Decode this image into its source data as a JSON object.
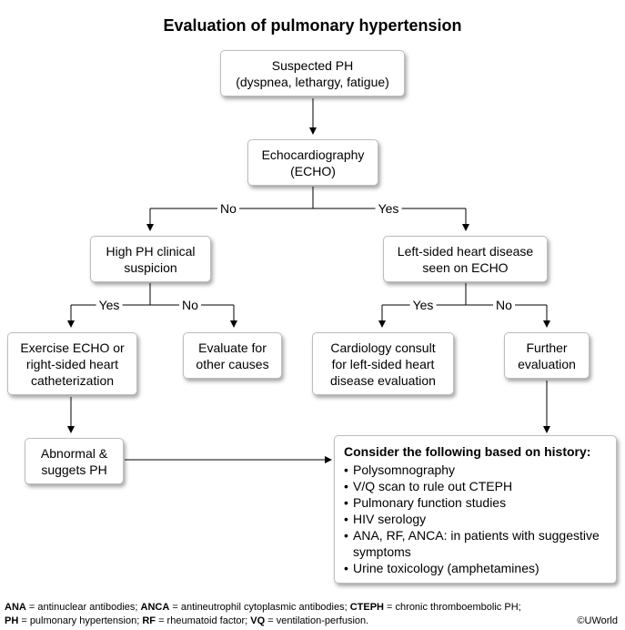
{
  "title": "Evaluation of pulmonary hypertension",
  "nodes": {
    "suspected_ph": [
      "Suspected PH",
      "(dyspnea, lethargy, fatigue)"
    ],
    "echo": [
      "Echocardiography",
      "(ECHO)"
    ],
    "high_ph": [
      "High PH clinical",
      "suspicion"
    ],
    "left_sided": [
      "Left-sided heart disease",
      "seen on ECHO"
    ],
    "exercise_echo": [
      "Exercise ECHO or",
      "right-sided heart",
      "catheterization"
    ],
    "evaluate_other": [
      "Evaluate for",
      "other causes"
    ],
    "cardiology": [
      "Cardiology consult",
      "for left-sided heart",
      "disease evaluation"
    ],
    "further_eval": [
      "Further",
      "evaluation"
    ],
    "abnormal": [
      "Abnormal &",
      "suggets PH"
    ]
  },
  "labels": {
    "no_echo": "No",
    "yes_echo": "Yes",
    "yes_high": "Yes",
    "no_high": "No",
    "yes_left": "Yes",
    "no_left": "No"
  },
  "consider": {
    "heading": "Consider the following based on history:",
    "items": [
      "Polysomnography",
      "V/Q scan to rule out CTEPH",
      "Pulmonary function studies",
      "HIV serology",
      "ANA, RF, ANCA: in patients with suggestive symptoms",
      "Urine toxicology (amphetamines)"
    ]
  },
  "footnote": {
    "line1": [
      {
        "abbr": "ANA",
        "def": " = antinuclear antibodies; "
      },
      {
        "abbr": "ANCA",
        "def": " = antineutrophil cytoplasmic antibodies; "
      },
      {
        "abbr": "CTEPH",
        "def": " = chronic thromboembolic PH;"
      }
    ],
    "line2": [
      {
        "abbr": "PH",
        "def": " = pulmonary hypertension; "
      },
      {
        "abbr": "RF",
        "def": " = rheumatoid factor; "
      },
      {
        "abbr": "VQ",
        "def": " = ventilation-perfusion."
      }
    ]
  },
  "copyright": "©UWorld"
}
